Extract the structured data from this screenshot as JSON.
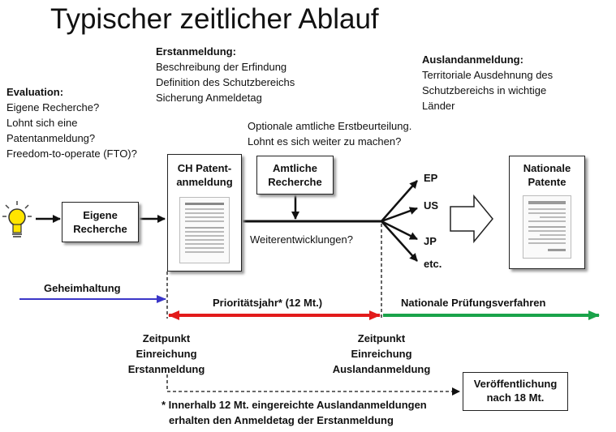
{
  "title": "Typischer zeitlicher Ablauf",
  "evaluation": {
    "heading": "Evaluation:",
    "lines": [
      "Eigene Recherche?",
      "Lohnt sich eine",
      "Patentanmeldung?",
      "Freedom-to-operate (FTO)?"
    ]
  },
  "erstanmeldung": {
    "heading": "Erstanmeldung:",
    "lines": [
      "Beschreibung der Erfindung",
      "Definition des Schutzbereichs",
      "Sicherung Anmeldetag"
    ]
  },
  "auslandanmeldung": {
    "heading": "Auslandanmeldung:",
    "lines": [
      "Territoriale Ausdehnung des",
      "Schutzbereichs in wichtige",
      "Länder"
    ]
  },
  "optional_note": {
    "lines": [
      "Optionale amtliche Erstbeurteilung.",
      "Lohnt es sich weiter zu machen?"
    ]
  },
  "boxes": {
    "eigene_recherche": [
      "Eigene",
      "Recherche"
    ],
    "ch_patent": [
      "CH Patent-",
      "anmeldung"
    ],
    "amtliche_recherche": [
      "Amtliche",
      "Recherche"
    ],
    "nationale_patente": [
      "Nationale",
      "Patente"
    ],
    "veroeffentlichung": [
      "Veröffentlichung",
      "nach 18 Mt."
    ]
  },
  "branches": [
    "EP",
    "US",
    "JP",
    "etc."
  ],
  "weiterentwicklungen": "Weiterentwicklungen?",
  "timeline": {
    "geheimhaltung": "Geheimhaltung",
    "prioritaetsjahr": "Prioritätsjahr* (12 Mt.)",
    "nationale_pruefung": "Nationale Prüfungsverfahren"
  },
  "zeitpunkt_erst": [
    "Zeitpunkt",
    "Einreichung",
    "Erstanmeldung"
  ],
  "zeitpunkt_ausland": [
    "Zeitpunkt",
    "Einreichung",
    "Auslandanmeldung"
  ],
  "footnote": [
    "* Innerhalb 12 Mt. eingereichte Auslandanmeldungen",
    "erhalten den Anmeldetag der Erstanmeldung"
  ],
  "colors": {
    "geheimhaltung": "#3b37c8",
    "prioritaet": "#e21b1b",
    "national": "#1aa34a",
    "bulb": "#ffe500"
  }
}
